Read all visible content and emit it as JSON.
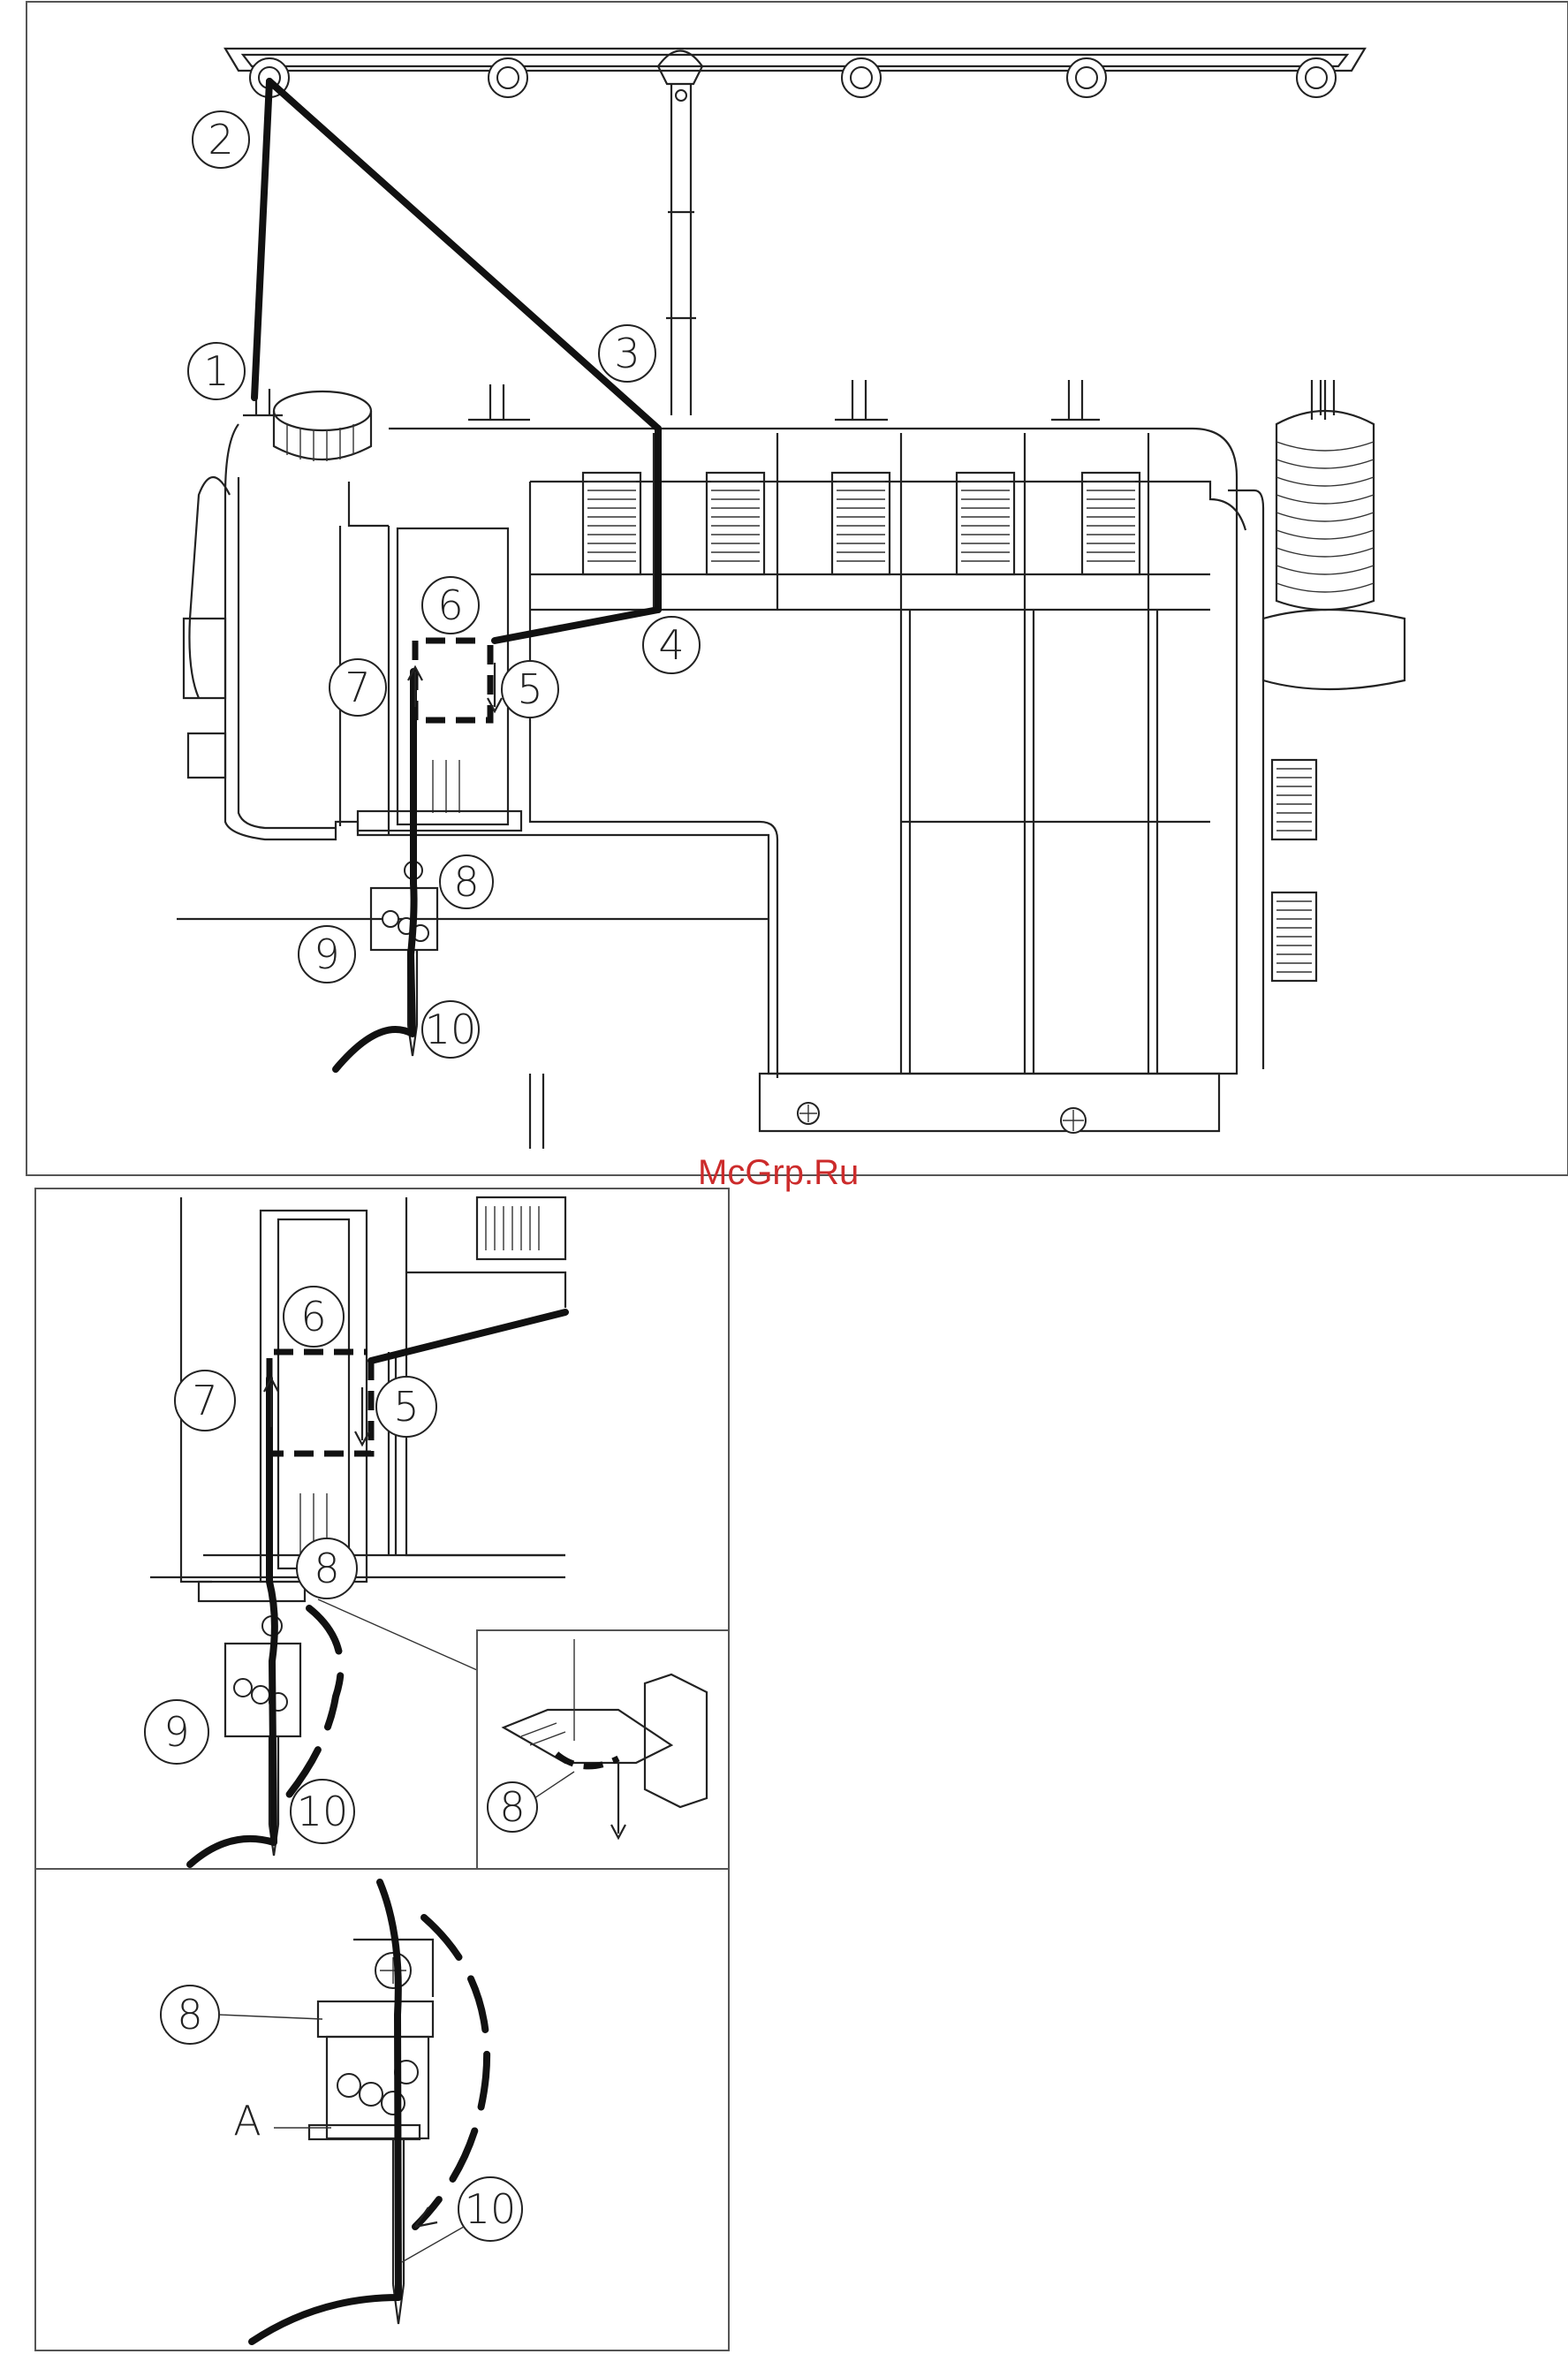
{
  "watermark": "McGrp.Ru",
  "callouts": {
    "main": [
      "1",
      "2",
      "3",
      "4",
      "5",
      "6",
      "7",
      "8",
      "9",
      "10"
    ],
    "detail_a": [
      "6",
      "7",
      "5",
      "8",
      "9",
      "10",
      "8"
    ],
    "detail_b": [
      "8",
      "A",
      "10"
    ]
  },
  "icons": [
    "spool-icon",
    "needle-icon",
    "screw-icon",
    "arrow-icon"
  ]
}
